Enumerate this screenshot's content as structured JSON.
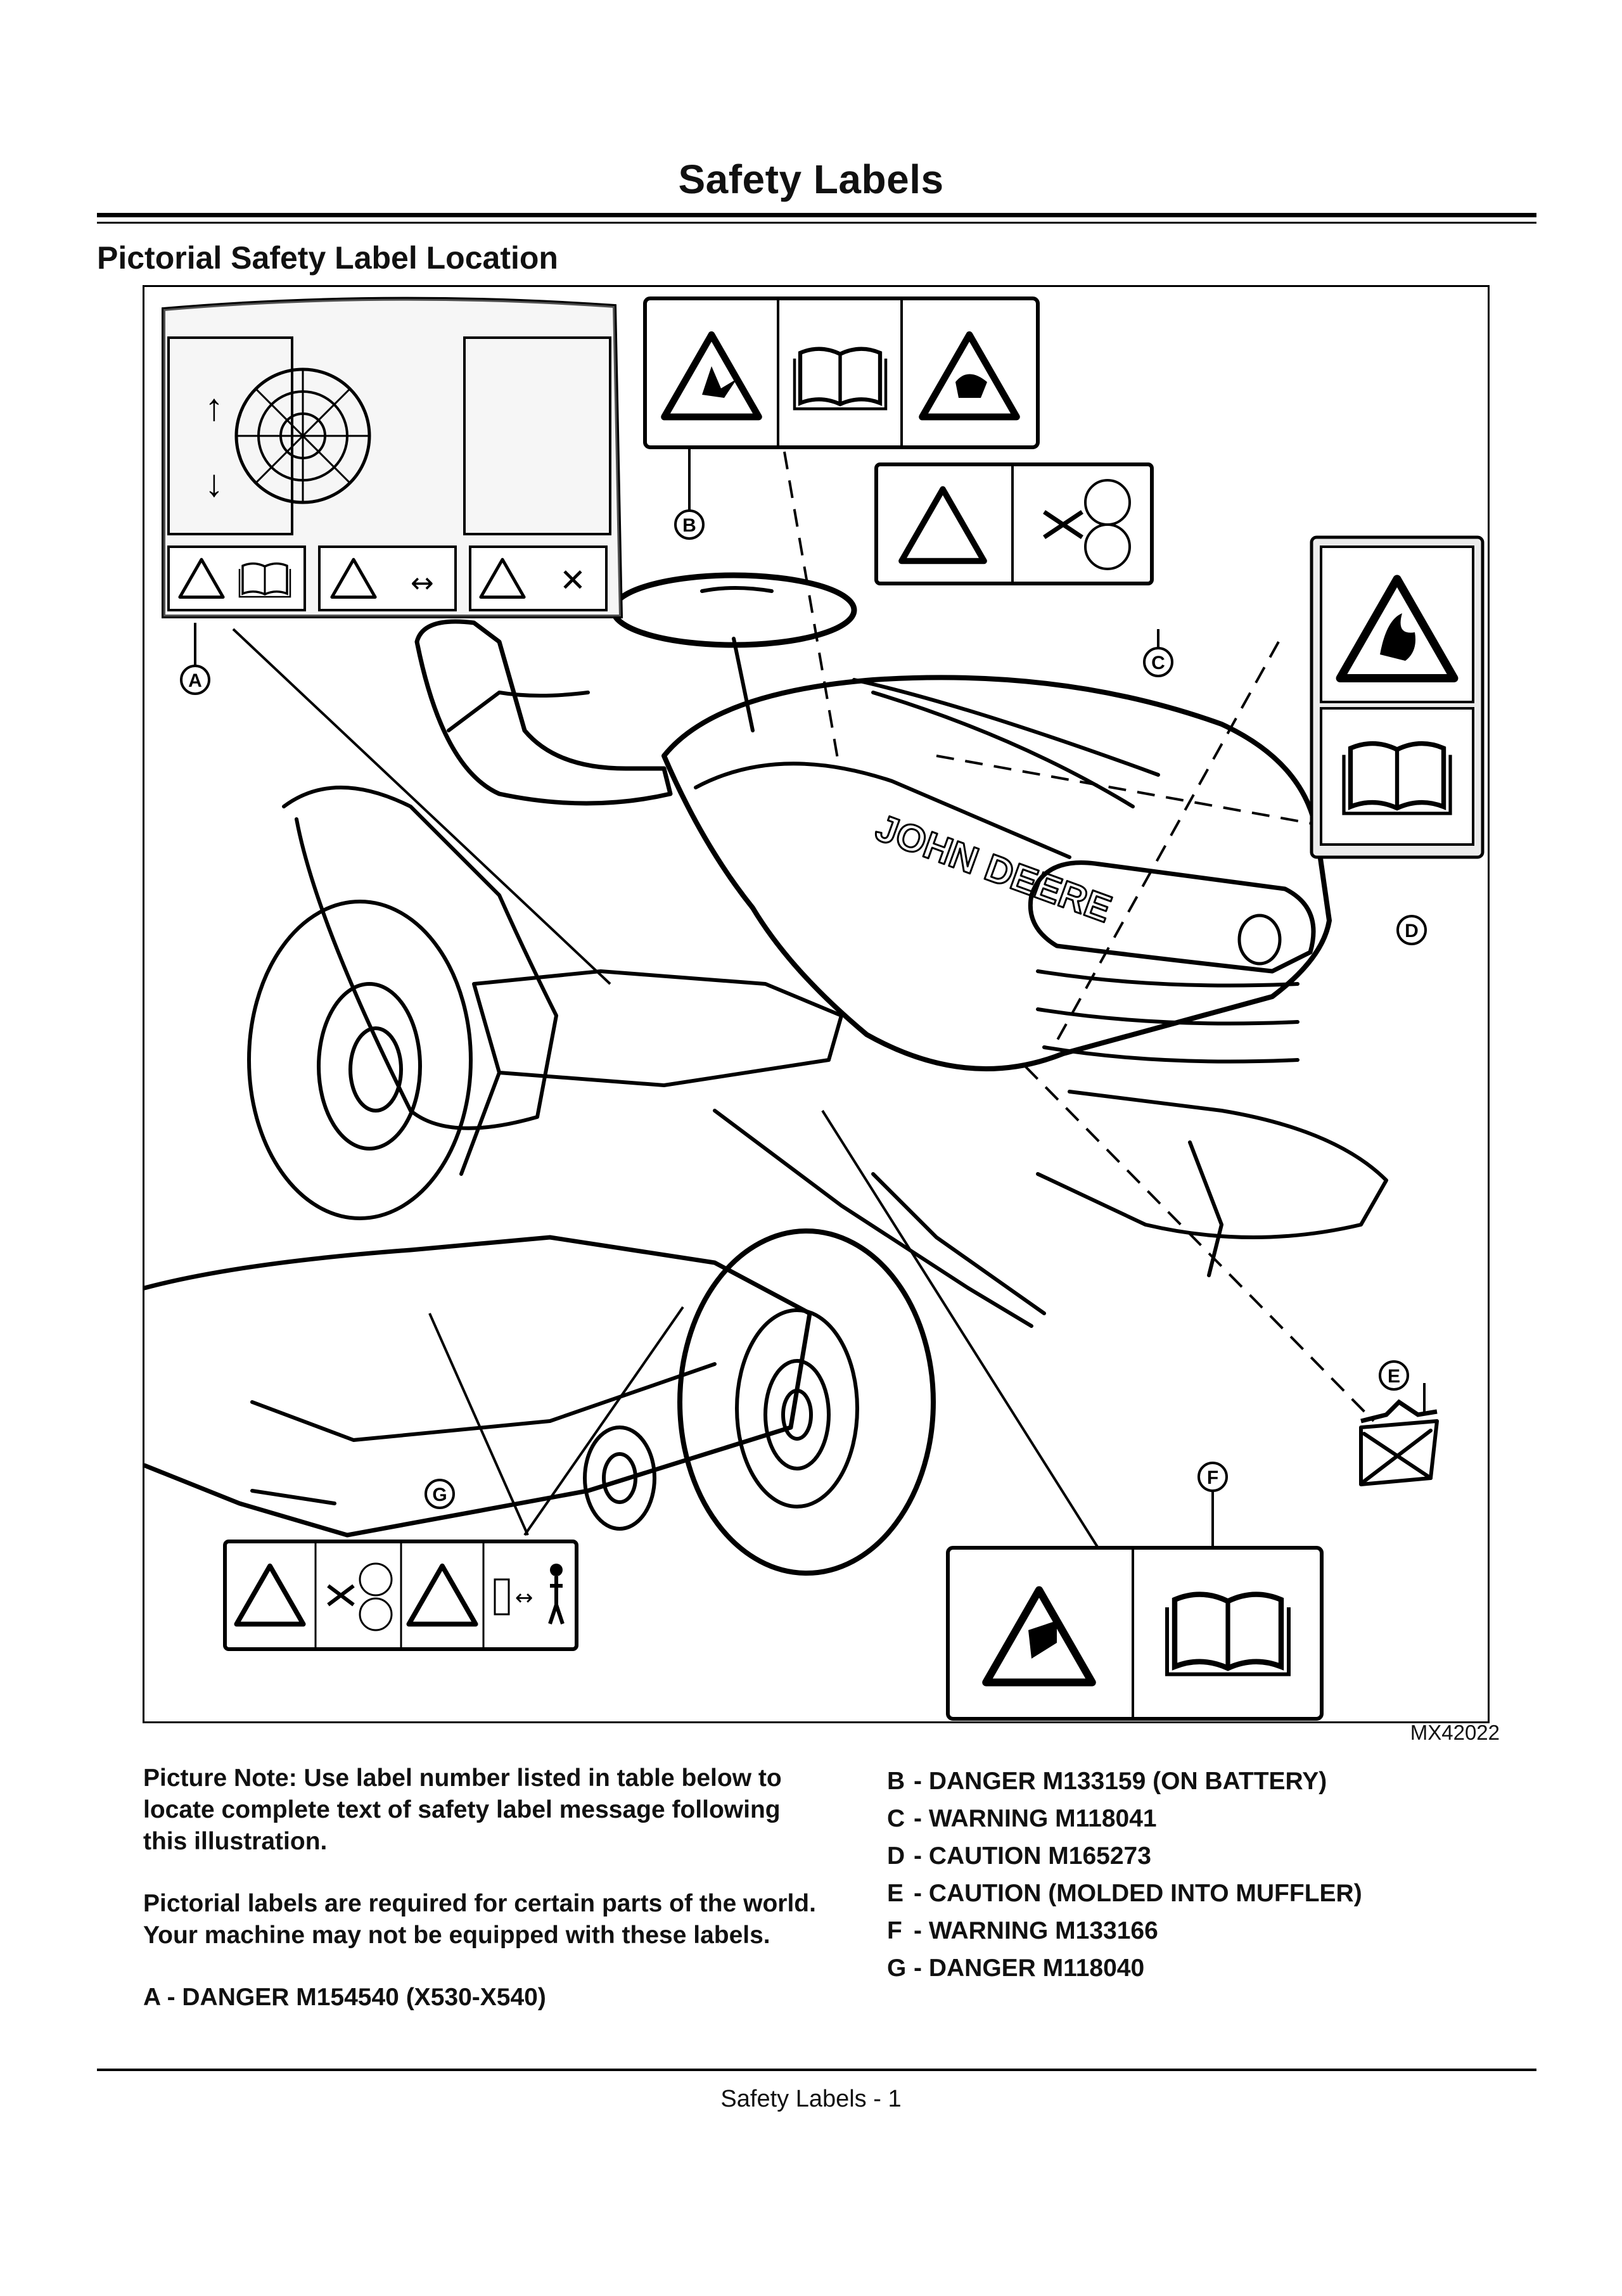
{
  "page": {
    "title": "Safety Labels",
    "section_title": "Pictorial Safety Label Location",
    "figure_id": "MX42022",
    "footer": "Safety Labels - 1"
  },
  "notes": {
    "paragraph1": "Picture Note: Use label number listed in table below to locate complete text of safety label message following this illustration.",
    "paragraph2": "Pictorial labels are required for certain parts of the world. Your machine may not be equipped with these labels."
  },
  "label_list": [
    {
      "key": "A",
      "text": "- DANGER M154540 (X530-X540)"
    },
    {
      "key": "B",
      "text": "- DANGER M133159 (ON BATTERY)"
    },
    {
      "key": "C",
      "text": "- WARNING M118041"
    },
    {
      "key": "D",
      "text": "- CAUTION M165273"
    },
    {
      "key": "E",
      "text": "- CAUTION (MOLDED INTO MUFFLER)"
    },
    {
      "key": "F",
      "text": "- WARNING M133166"
    },
    {
      "key": "G",
      "text": "- DANGER M118040"
    }
  ],
  "figure": {
    "callouts": [
      "A",
      "B",
      "C",
      "D",
      "E",
      "F",
      "G"
    ],
    "brand_text": "JOHN DEERE",
    "icons": [
      "warning-triangle-icon",
      "operator-manual-icon",
      "explosion-icon",
      "battery-acid-icon",
      "rotating-blade-icon",
      "fire-icon",
      "keep-away-icon",
      "hand-crush-icon",
      "no-hand-icon"
    ]
  }
}
